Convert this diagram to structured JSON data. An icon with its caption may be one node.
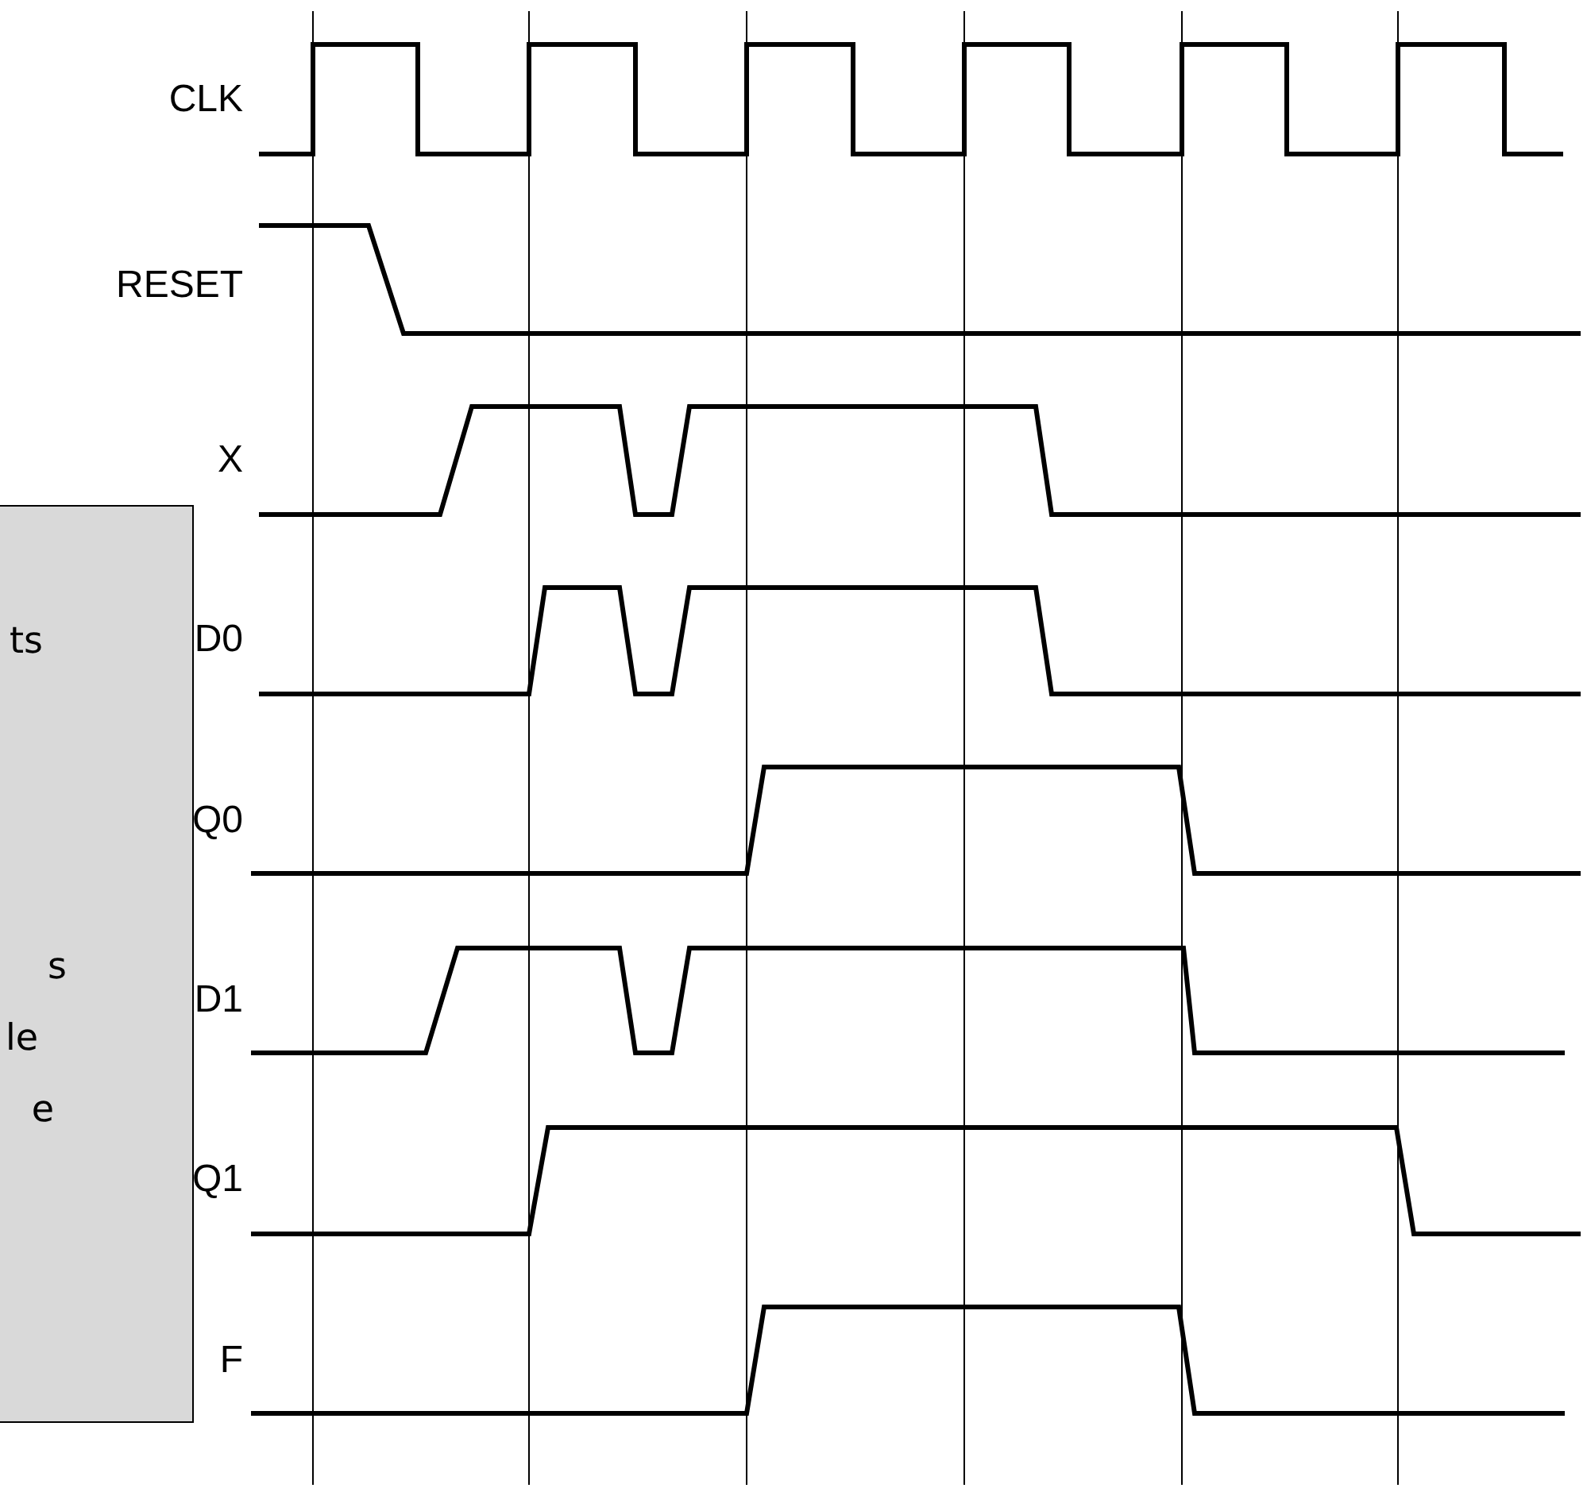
{
  "diagram": {
    "nodes": [
      {
        "text": [
          "ts",
          "s",
          "le",
          "e"
        ]
      }
    ],
    "labels": [
      "CLK",
      "RESET",
      "X",
      "D0",
      "Q0",
      "D1",
      "Q1",
      "F"
    ]
  }
}
